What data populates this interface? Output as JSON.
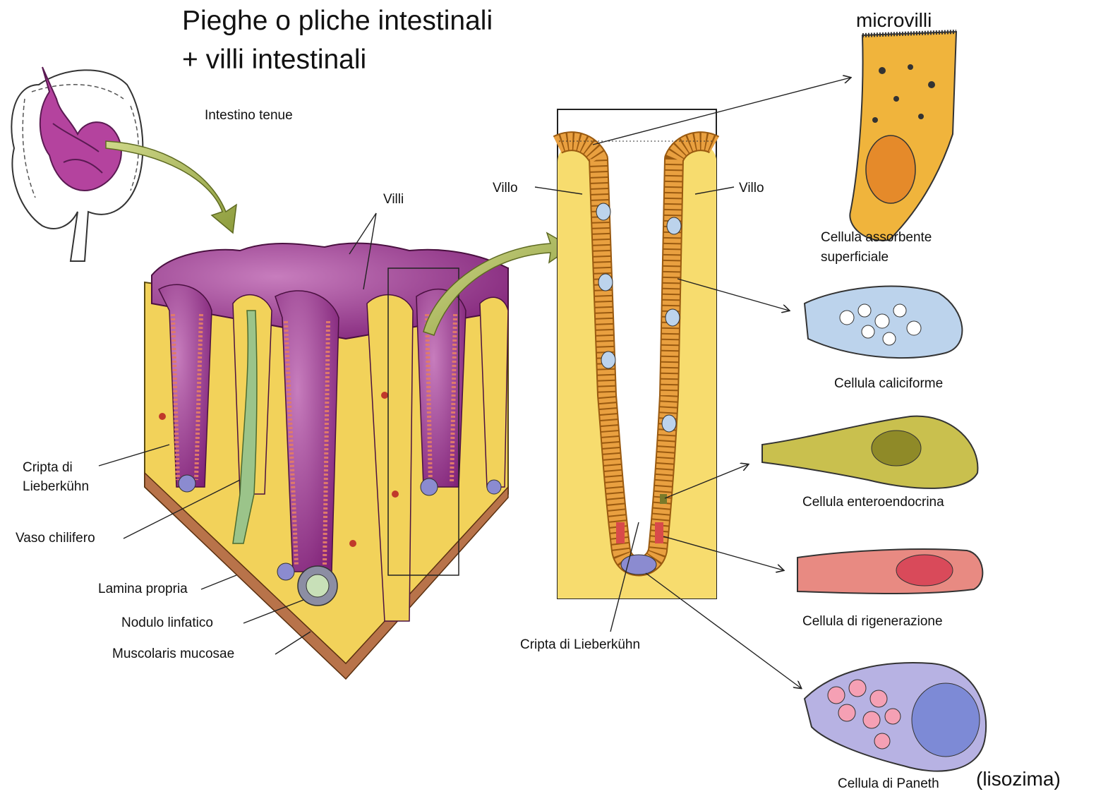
{
  "title": {
    "line1": "Pieghe o pliche intestinali",
    "line2": "+ villi intestinali"
  },
  "labels": {
    "intestino": "Intestino tenue",
    "villi": "Villi",
    "villo_left": "Villo",
    "villo_right": "Villo",
    "cripta_line1": "Cripta di",
    "cripta_line2": "Lieberkühn",
    "vaso": "Vaso chilifero",
    "lamina": "Lamina propria",
    "nodulo": "Nodulo linfatico",
    "muscolaris": "Muscolaris mucosae",
    "cripta_center": "Cripta di Lieberkühn",
    "microvilli": "microvilli",
    "assorbente_line1": "Cellula assorbente",
    "assorbente_line2": "superficiale",
    "caliciforme": "Cellula caliciforme",
    "enteroendocrina": "Cellula enteroendocrina",
    "rigenerazione": "Cellula di rigenerazione",
    "paneth": "Cellula di Paneth",
    "lisozima": "(lisozima)"
  },
  "colors": {
    "villus_purple": "#8e2f86",
    "villus_light": "#c77dbd",
    "tissue_yellow": "#f2d25a",
    "epithelium_orange": "#e9a040",
    "goblet_blue": "#bcd3ec",
    "enteroendocrine_olive": "#c9c04e",
    "regenerative_red": "#e88a82",
    "paneth_lavender": "#b7b2e3",
    "arrow_green": "#a8b85a"
  }
}
